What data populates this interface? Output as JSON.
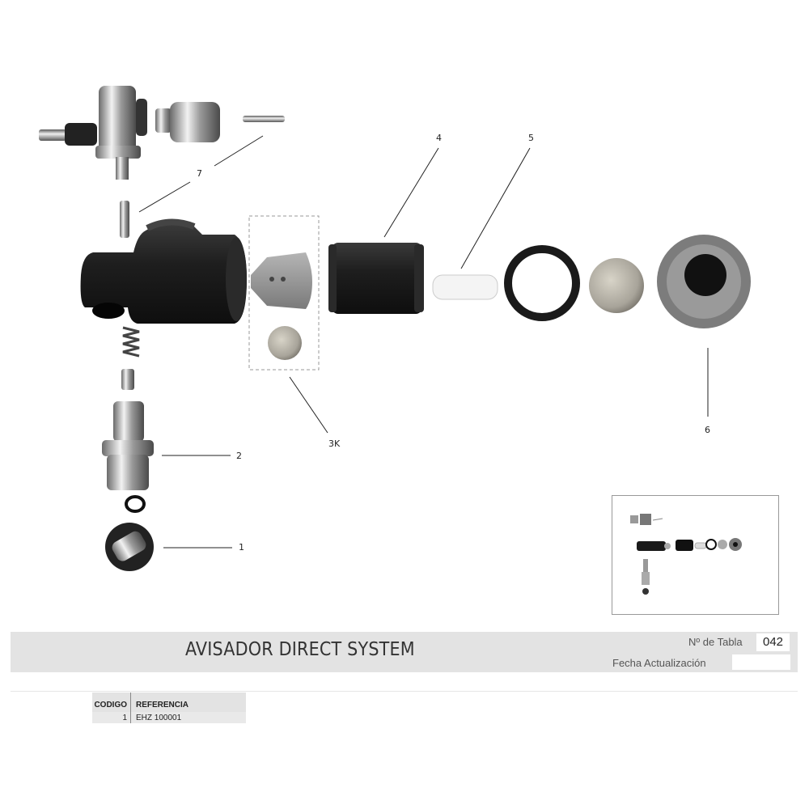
{
  "document": {
    "title": "AVISADOR DIRECT SYSTEM",
    "tabla_label": "Nº de Tabla",
    "tabla_value": "042",
    "fecha_label": "Fecha Actualización",
    "fecha_value": ""
  },
  "callouts": {
    "c1": "1",
    "c2": "2",
    "c3k": "3K",
    "c4": "4",
    "c5": "5",
    "c6": "6",
    "c7": "7"
  },
  "parts_table": {
    "headers": {
      "code": "CODIGO",
      "reference": "REFERENCIA"
    },
    "rows": [
      {
        "code": "1",
        "reference": "EHZ 100001"
      }
    ]
  },
  "colors": {
    "title_bar": "#e3e3e3",
    "part_black": "#1c1c1c",
    "part_grey": "#8f8f8f",
    "chrome": "#c8c8c8"
  }
}
